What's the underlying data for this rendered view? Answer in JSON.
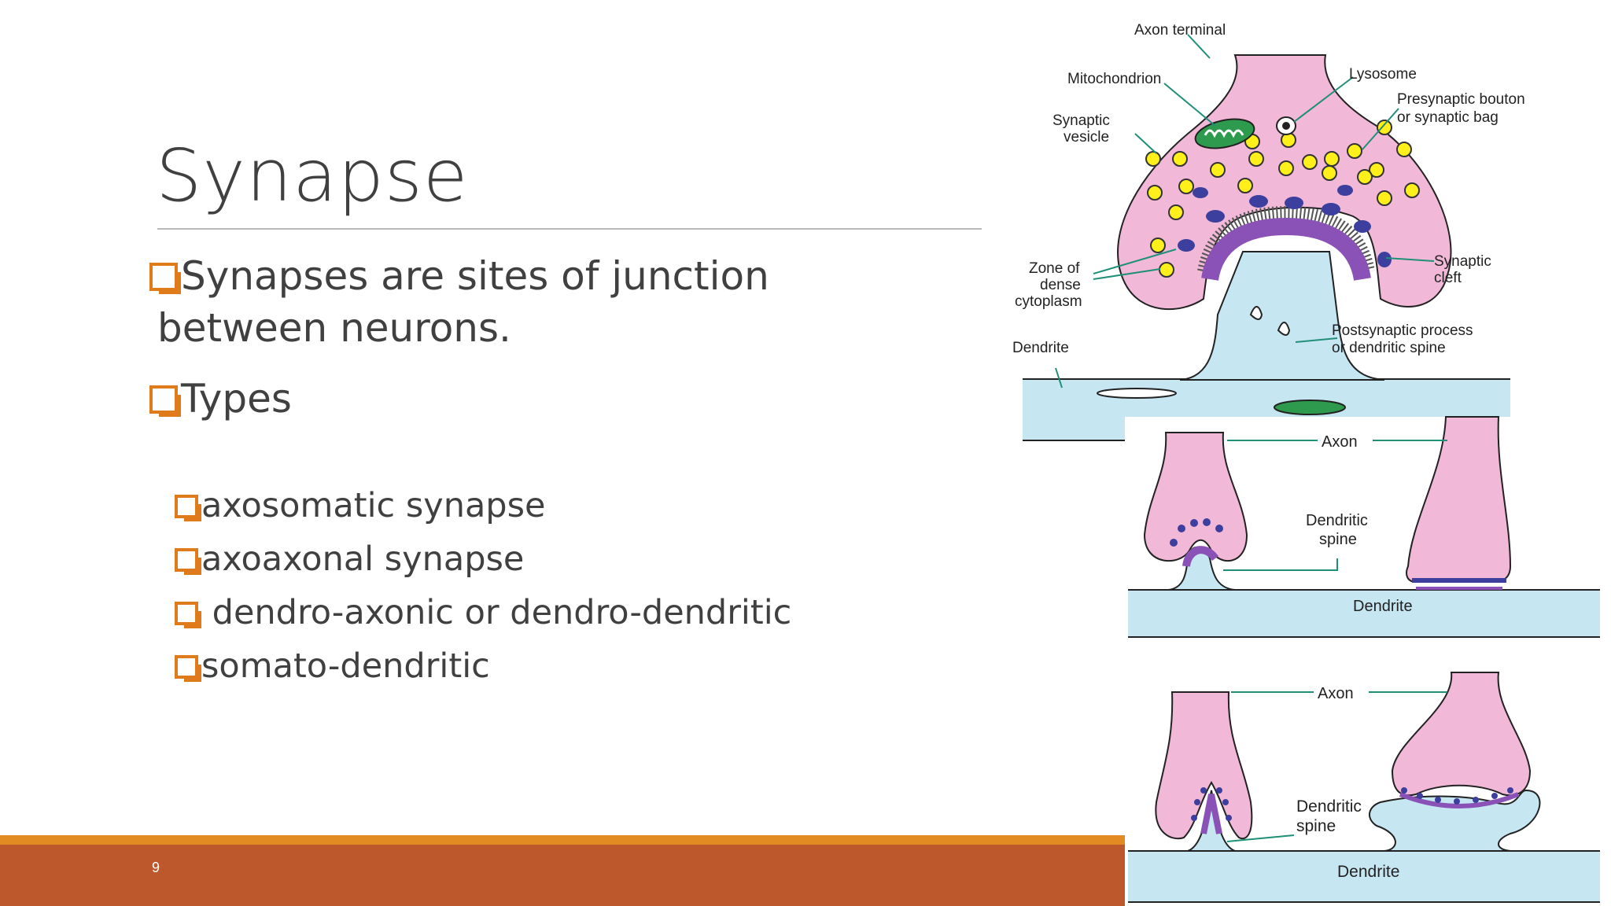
{
  "slide": {
    "title": "Synapse",
    "bullets": [
      {
        "line1": "Synapses are sites of junction",
        "line2": "between neurons."
      },
      {
        "line1": "Types"
      }
    ],
    "types": [
      "axosomatic synapse",
      "axoaxonal synapse",
      " dendro-axonic or dendro-dendritic",
      "somato-dendritic"
    ],
    "page_number": "9"
  },
  "diagram": {
    "labels": {
      "axon_terminal": "Axon terminal",
      "mitochondrion": "Mitochondrion",
      "lysosome": "Lysosome",
      "presynaptic_1": "Presynaptic bouton",
      "presynaptic_2": "or synaptic bag",
      "vesicle_1": "Synaptic",
      "vesicle_2": "vesicle",
      "zone_1": "Zone  of",
      "zone_2": "dense",
      "zone_3": "cytoplasm",
      "cleft_1": "Synaptic",
      "cleft_2": "cleft",
      "post_1": "Postsynaptic process",
      "post_2": "or dendritic spine",
      "dendrite_top": "Dendrite",
      "axon_mid": "Axon",
      "spine_mid_1": "Dendritic",
      "spine_mid_2": "spine",
      "dendrite_mid": "Dendrite",
      "axon_bot": "Axon",
      "spine_bot_1": "Dendritic",
      "spine_bot_2": "spine",
      "dendrite_bot": "Dendrite"
    },
    "colors": {
      "pink": "#f2b8d8",
      "blue": "#c6e6f2",
      "vesicle": "#ffef1a",
      "mito": "#2d9a4e",
      "dark_blue": "#3d3f9e",
      "purple": "#8a52b6"
    }
  }
}
